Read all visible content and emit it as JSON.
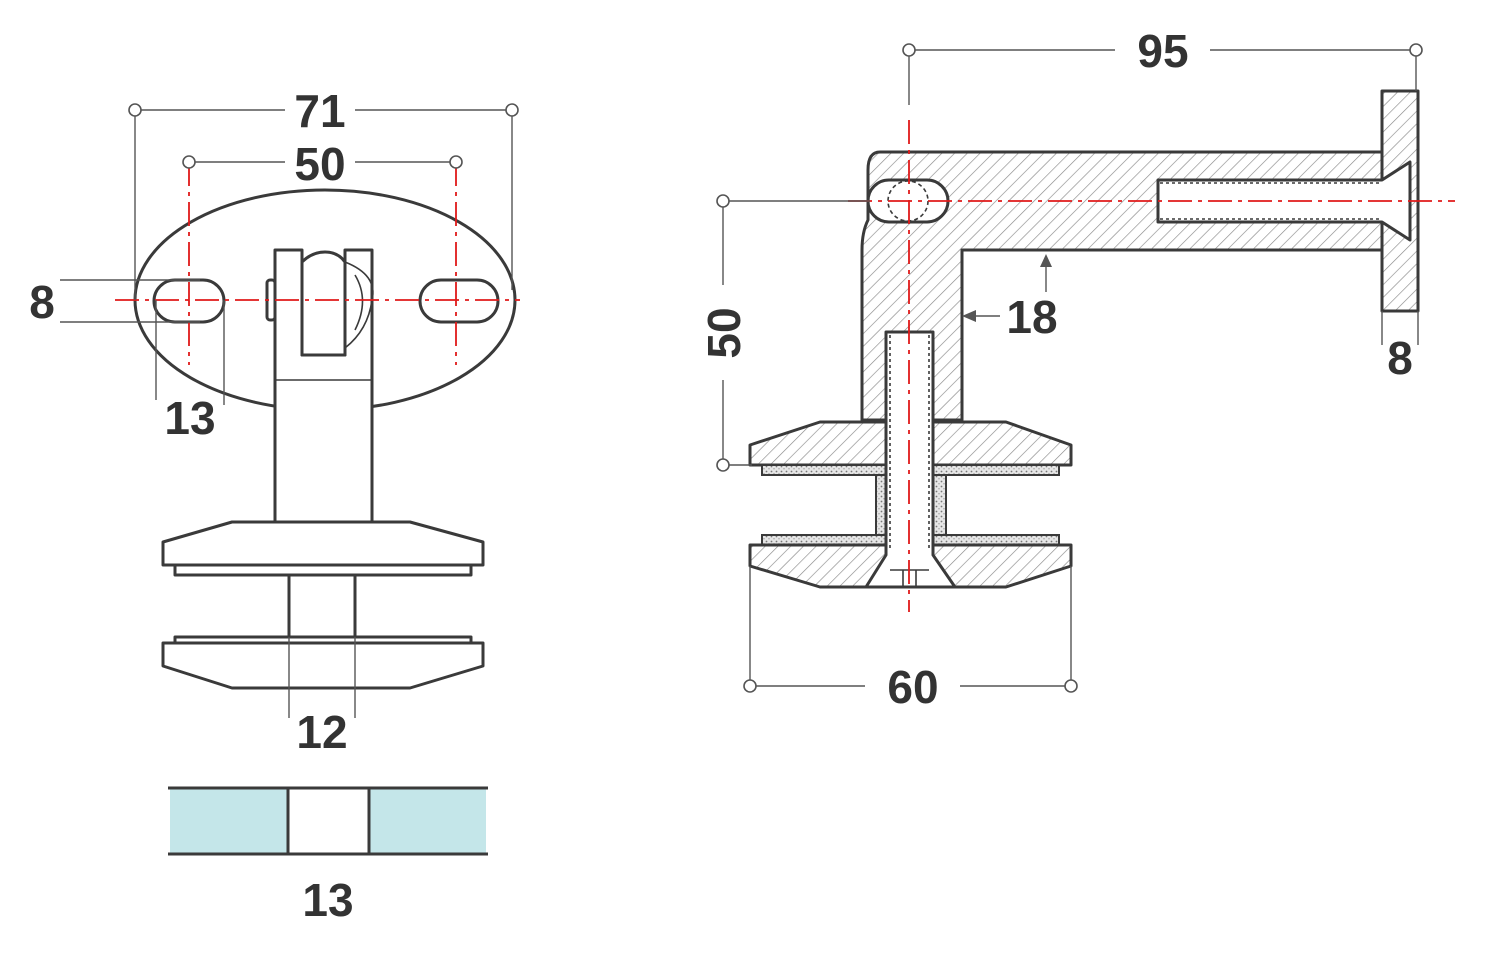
{
  "drawing": {
    "front_view": {
      "overall_width": "71",
      "hole_spacing": "50",
      "slot_height": "8",
      "slot_length": "13",
      "bolt_diameter": "12",
      "glass_thickness": "13"
    },
    "side_view": {
      "arm_length": "95",
      "height": "50",
      "tube_diameter": "18",
      "plate_thickness": "8",
      "clamp_diameter": "60"
    }
  },
  "colors": {
    "line": "#3a3a3a",
    "centerline": "#e01a1a",
    "glass": "#c4e6e9",
    "text": "#333333"
  }
}
